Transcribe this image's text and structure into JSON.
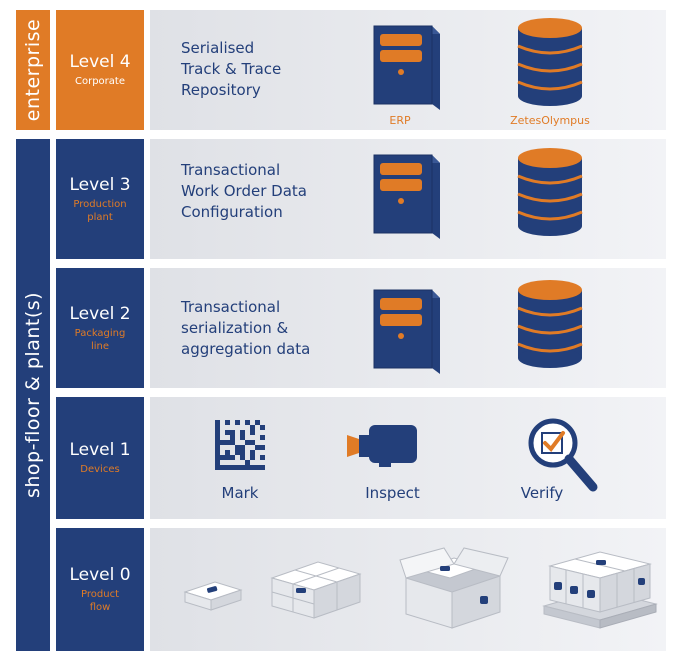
{
  "sidebar": {
    "enterprise": "enterprise",
    "shopfloor": "shop-floor & plant(s)"
  },
  "levels": [
    {
      "title": "Level 4",
      "subtitle": [
        "Corporate"
      ],
      "description": [
        "Serialised",
        "Track & Trace",
        "Repository"
      ],
      "captions": [
        "ERP",
        "ZetesOlympus"
      ]
    },
    {
      "title": "Level 3",
      "subtitle": [
        "Production",
        "plant"
      ],
      "description": [
        "Transactional",
        "Work Order Data",
        "Configuration"
      ]
    },
    {
      "title": "Level 2",
      "subtitle": [
        "Packaging",
        "line"
      ],
      "description": [
        "Transactional",
        "serialization &",
        "aggregation data"
      ]
    },
    {
      "title": "Level 1",
      "subtitle": [
        "Devices"
      ],
      "devices": [
        "Mark",
        "Inspect",
        "Verify"
      ]
    },
    {
      "title": "Level 0",
      "subtitle": [
        "Product",
        "flow"
      ]
    }
  ],
  "colors": {
    "orange": "#e07b26",
    "navy": "#233f7a",
    "panel": "#e6e8ec"
  },
  "icons": [
    "server-icon",
    "database-icon",
    "datamatrix-icon",
    "camera-icon",
    "magnifier-check-icon",
    "box-icon",
    "pallet-icon"
  ]
}
